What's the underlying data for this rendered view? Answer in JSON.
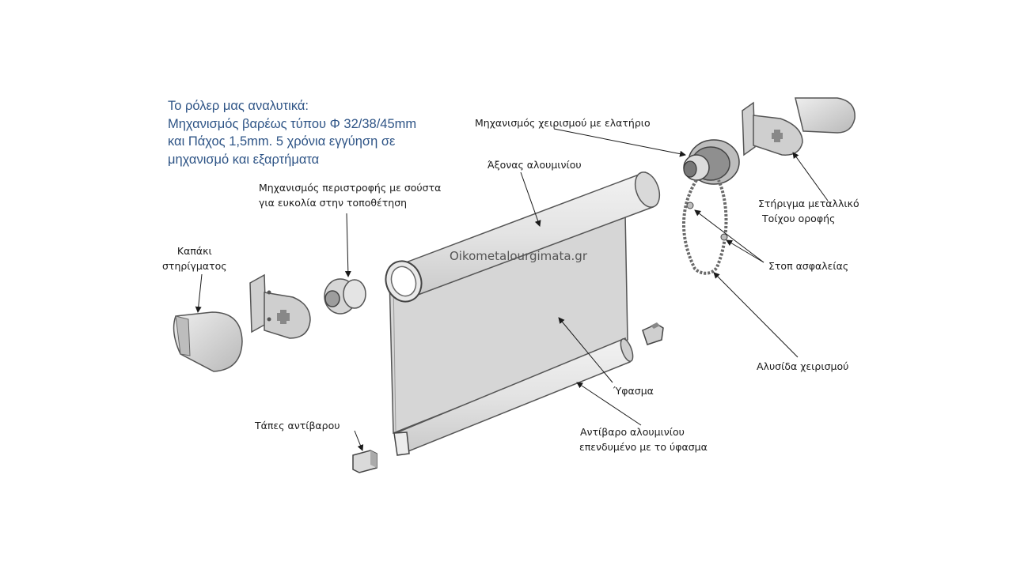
{
  "intro": {
    "lines": [
      "Το ρόλερ μας αναλυτικά:",
      "Μηχανισμός βαρέως τύπου Φ 32/38/45mm",
      "και Πάχος 1,5mm. 5 χρόνια εγγύηση σε",
      "μηχανισμό και εξαρτήματα"
    ]
  },
  "labels": {
    "end_cap": [
      "Καπάκι",
      "στηρίγματος"
    ],
    "rotation_mechanism": [
      "Μηχανισμός περιστροφής με σούστα",
      "για ευκολία στην τοποθέτηση"
    ],
    "spring_mechanism": [
      "Μηχανισμός χειρισμού με ελατήριο"
    ],
    "axis": [
      "Άξονας αλουμινίου"
    ],
    "bracket": [
      "Στήριγμα μεταλλικό",
      "Τοίχου οροφής"
    ],
    "safety_stop": [
      "Στοπ ασφαλείας"
    ],
    "chain": [
      "Αλυσίδα χειρισμού"
    ],
    "fabric": [
      "Ύφασμα"
    ],
    "bottom_bar": [
      "Αντίβαρο αλουμινίου",
      "επενδυμένο με το ύφασμα"
    ],
    "bar_caps": [
      "Τάπες αντίβαρου"
    ]
  },
  "watermark": "Oikometalourgimata.gr",
  "colors": {
    "intro_text": "#2e5486",
    "label_text": "#1a1a1a",
    "part_fill": "#dcdcdc",
    "fabric_fill": "#d4d4d4",
    "outline": "#555555"
  }
}
